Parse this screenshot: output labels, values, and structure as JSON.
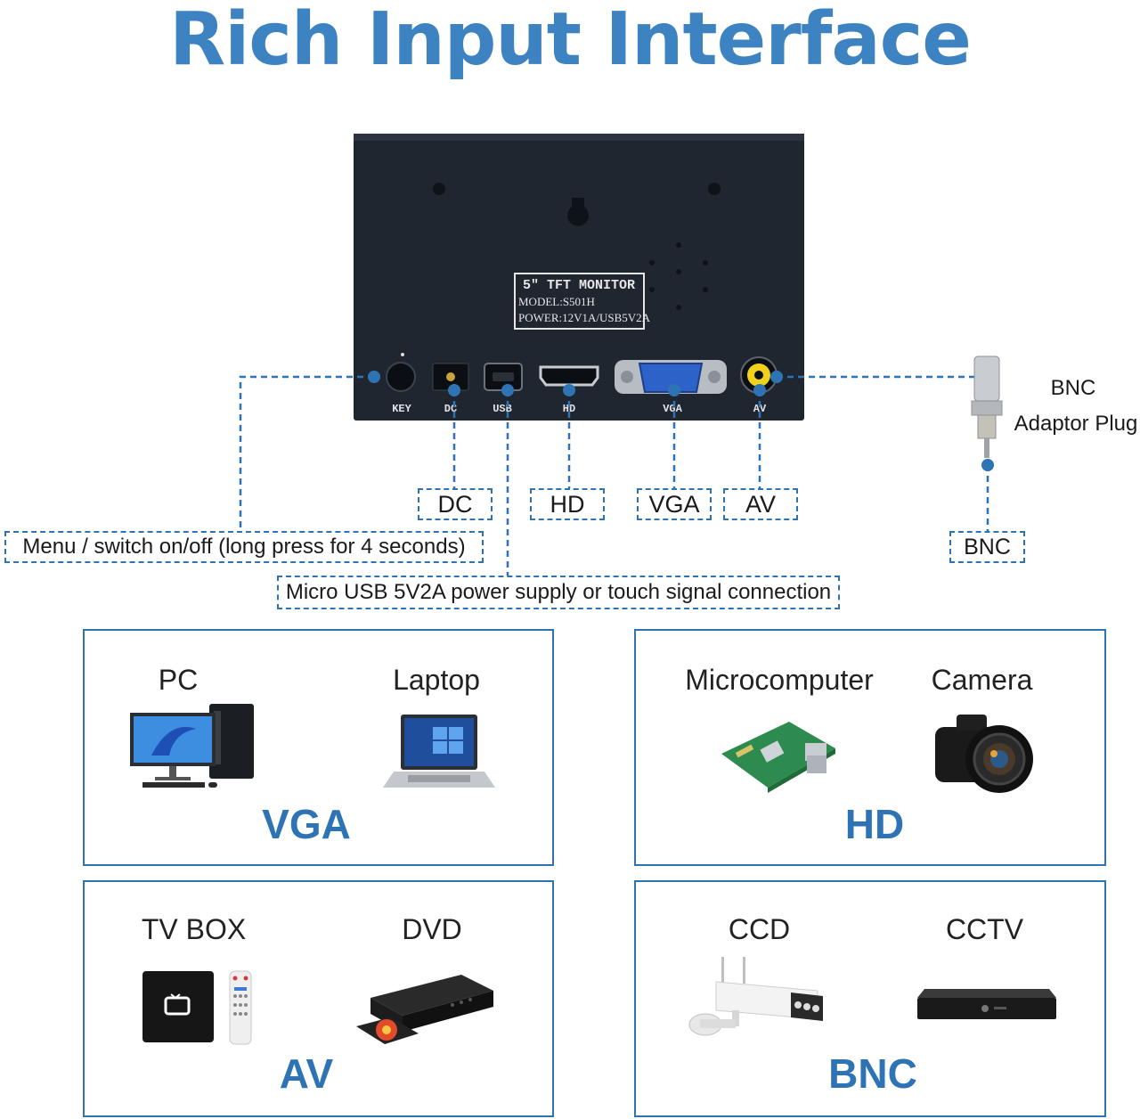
{
  "title": "Rich Input Interface",
  "device": {
    "plate_line1": "5\" TFT MONITOR",
    "plate_line2": "MODEL:S501H",
    "plate_line3": "POWER:12V1A/USB5V2A",
    "ports": [
      "KEY",
      "DC",
      "USB",
      "HD",
      "VGA",
      "AV"
    ]
  },
  "callouts": {
    "dc": "DC",
    "hd": "HD",
    "vga": "VGA",
    "av": "AV",
    "key": "Menu / switch on/off (long press for 4 seconds)",
    "usb": "Micro USB 5V2A power supply or touch signal connection",
    "bnc": "BNC",
    "bnc_adaptor_line1": "BNC",
    "bnc_adaptor_line2": "Adaptor Plug"
  },
  "panels": [
    {
      "interface": "VGA",
      "devices": [
        "PC",
        "Laptop"
      ]
    },
    {
      "interface": "HD",
      "devices": [
        "Microcomputer",
        "Camera"
      ]
    },
    {
      "interface": "AV",
      "devices": [
        "TV BOX",
        "DVD"
      ]
    },
    {
      "interface": "BNC",
      "devices": [
        "CCD",
        "CCTV"
      ]
    }
  ],
  "colors": {
    "accent": "#2e74b5",
    "title": "#3d82c1",
    "device_body": "#1f2630"
  }
}
